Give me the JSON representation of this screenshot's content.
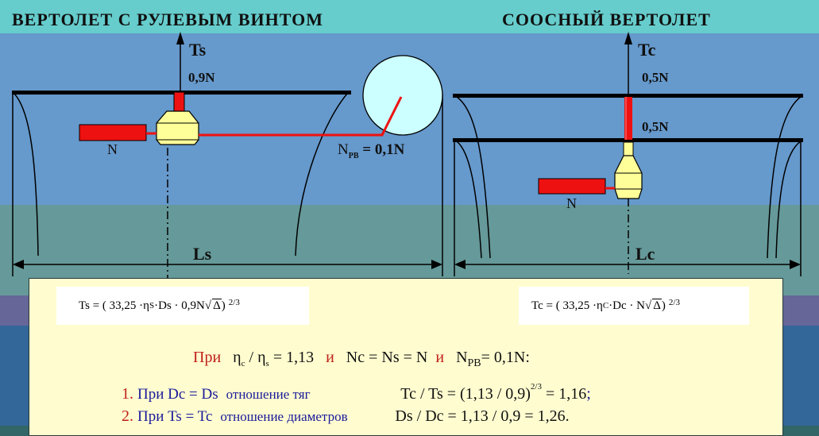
{
  "titles": {
    "left": "ВЕРТОЛЕТ С  РУЛЕВЫМ  ВИНТОМ",
    "right": "СООСНЫЙ  ВЕРТОЛЕТ"
  },
  "left_diagram": {
    "thrust_label": "Ts",
    "main_rotor_power": "0,9N",
    "engine_label": "N",
    "tail_rotor_label_main": "N",
    "tail_rotor_label_sub": "РВ",
    "tail_rotor_label_value": " = 0,1N",
    "span_label": "Ls"
  },
  "right_diagram": {
    "thrust_label": "Tc",
    "upper_rotor_power": "0,5N",
    "lower_rotor_power": "0,5N",
    "engine_label": "N",
    "span_label": "Lc"
  },
  "formulas": {
    "left": {
      "lhs": "Ts = ( 33,25 ·η",
      "eta_sub": "S",
      "mid": "·Ds · 0,9N",
      "sqrt": "Δ",
      "close": " )",
      "exp": "2/3"
    },
    "right": {
      "lhs": "Tc = ( 33,25 ·η",
      "eta_sub": "C",
      "mid": "·Dc · N",
      "sqrt": "Δ",
      "close": " )",
      "exp": "2/3"
    }
  },
  "conditions": {
    "pri": "При",
    "eta_c": "η",
    "eta_c_sub": "c",
    "slash": " / η",
    "eta_s_sub": "s",
    "eta_ratio": " = 1,13",
    "and1": "и",
    "power_eq": "Nc = Ns = N",
    "and2": "и",
    "n_pb": "N",
    "n_pb_sub": "PB",
    "n_pb_val": "= 0,1N:"
  },
  "results": [
    {
      "num": "1.",
      "cond": "При Dc = Ds",
      "desc": "отношение   тяг",
      "expr": "Tc / Ts =   (1,13 / 0,9)",
      "exp": "2/3",
      "value": " = 1,16",
      "end": ";"
    },
    {
      "num": "2.",
      "cond": "При  Ts = Tc",
      "desc": "отношение диаметров",
      "expr": "Ds / Dc =    1,13 / 0,9    = 1,26",
      "exp": "",
      "value": "",
      "end": "."
    }
  ],
  "colors": {
    "title_band": "#66cccc",
    "sky_blue": "#6699cc",
    "grey_teal": "#669999",
    "purple_band": "#666699",
    "deep_blue": "#336699",
    "bottom_band": "#336666",
    "panel": "#fffdd0",
    "shaft_red": "#ee1111",
    "gearbox_yellow": "#ffff99",
    "tail_rotor_disc": "#ccffff"
  }
}
